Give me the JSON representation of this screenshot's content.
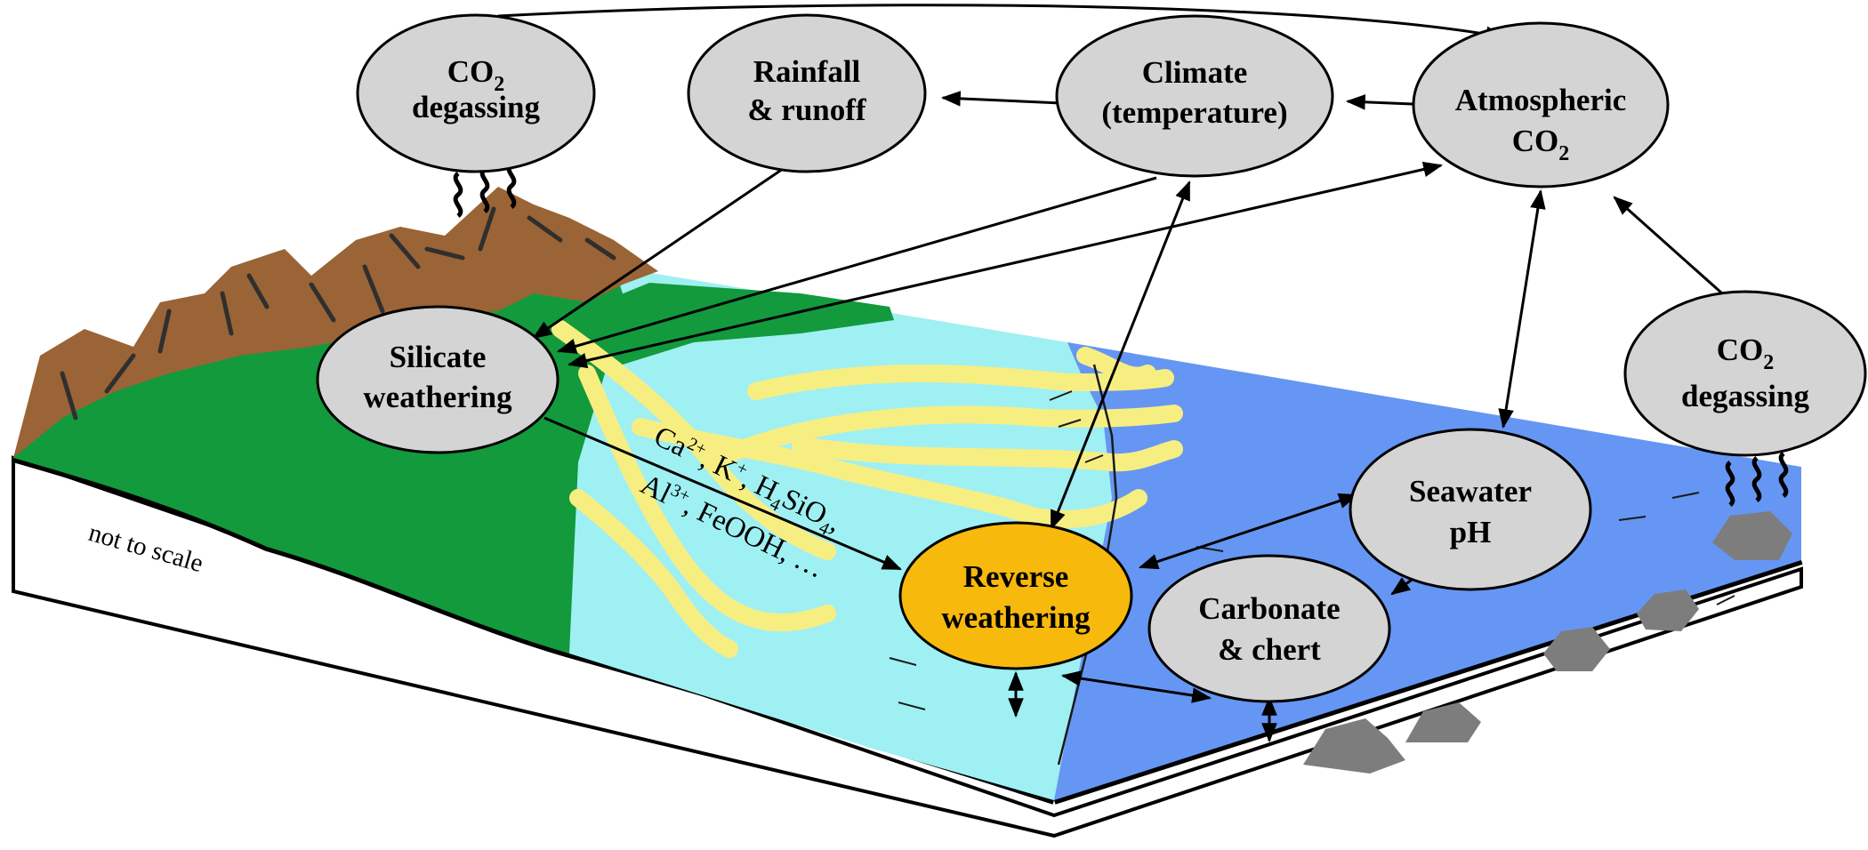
{
  "colors": {
    "mountain": "#9a6436",
    "land": "#129a3c",
    "shelf": "#9ff0f2",
    "ocean": "#6596f3",
    "river": "#f7ee82",
    "node_fill": "#d4d4d4",
    "focus_fill": "#f8b90d",
    "rock": "#7d7d7d",
    "outline": "#000000"
  },
  "nodes": {
    "co2_left": {
      "line1": "CO",
      "sub": "2",
      "line2": "degassing"
    },
    "rainfall": {
      "line1": "Rainfall",
      "line2": "& runoff"
    },
    "climate": {
      "line1": "Climate",
      "line2": "(temperature)"
    },
    "atmospheric": {
      "line1": "Atmospheric",
      "line2": "CO",
      "sub": "2"
    },
    "silicate": {
      "line1": "Silicate",
      "line2": "weathering"
    },
    "co2_right": {
      "line1": "CO",
      "sub": "2",
      "line2": "degassing"
    },
    "seawater": {
      "line1": "Seawater",
      "line2": "pH"
    },
    "reverse": {
      "line1": "Reverse",
      "line2": "weathering"
    },
    "carbonate": {
      "line1": "Carbonate",
      "line2": "& chert"
    }
  },
  "ions": {
    "l1": {
      "ca": "Ca",
      "ca_sup": "2+",
      "k": ", K",
      "k_sup": "+",
      "h": ", H",
      "h_sub": "4",
      "si": "SiO",
      "si_sub": "4",
      "end": ","
    },
    "l2": {
      "al": "Al",
      "al_sup": "3+",
      "rest": ", FeOOH, …"
    }
  },
  "scale_note": "not to scale",
  "icons": [
    "squiggle-icon",
    "arrow-icon",
    "double-arrow-icon"
  ]
}
